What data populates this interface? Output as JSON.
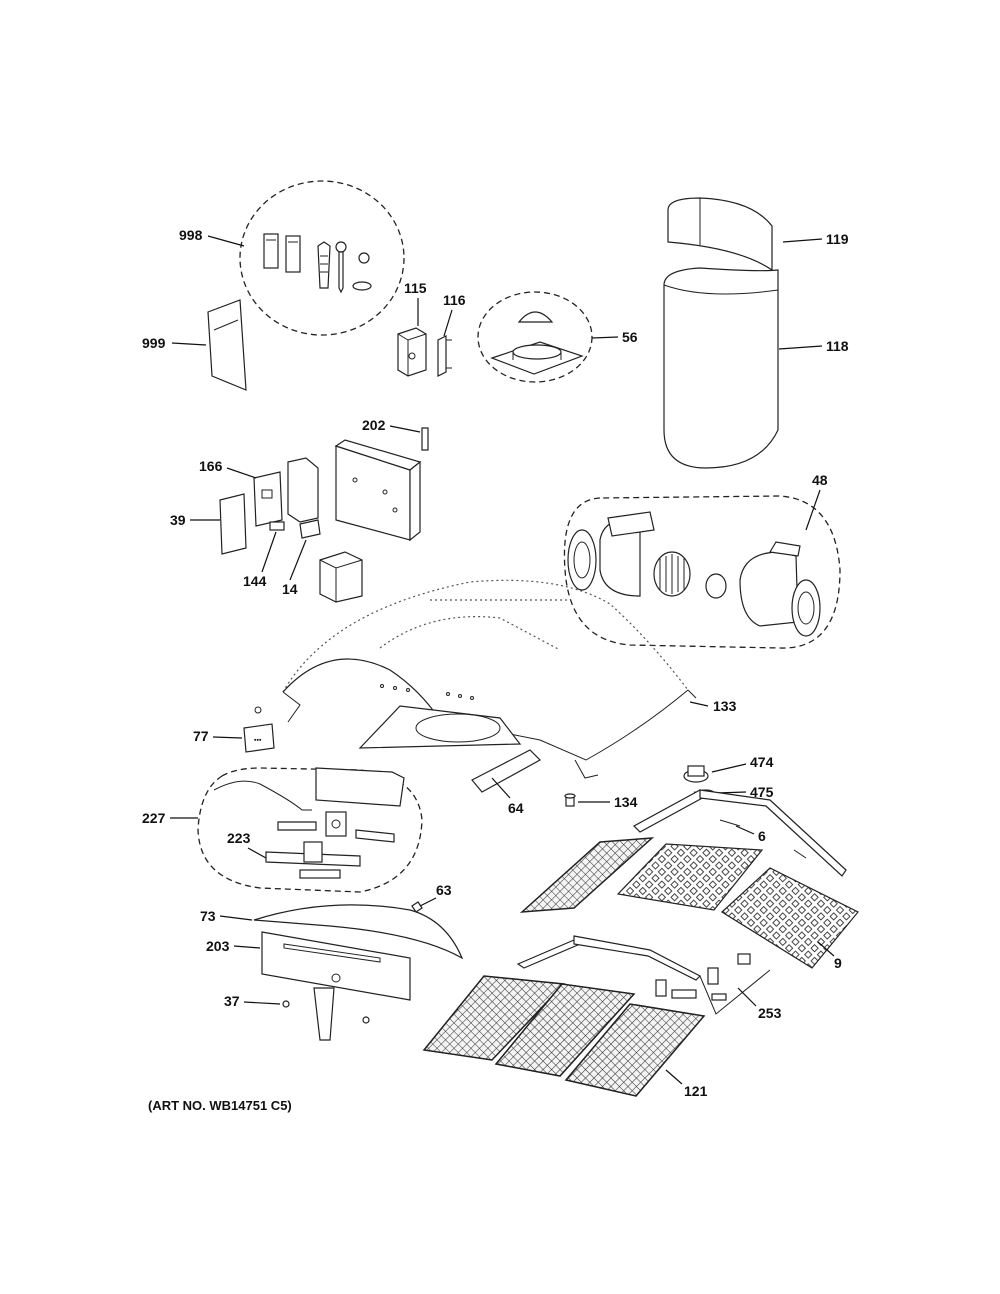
{
  "diagram": {
    "footer_note": "(ART NO. WB14751 C5)",
    "labels": {
      "p998": "998",
      "p999": "999",
      "p115": "115",
      "p116": "116",
      "p56": "56",
      "p119": "119",
      "p118": "118",
      "p202": "202",
      "p166": "166",
      "p39": "39",
      "p144": "144",
      "p14": "14",
      "p48": "48",
      "p133": "133",
      "p77": "77",
      "p64": "64",
      "p474": "474",
      "p475": "475",
      "p134": "134",
      "p227": "227",
      "p6": "6",
      "p223": "223",
      "p63": "63",
      "p73": "73",
      "p203": "203",
      "p9": "9",
      "p37": "37",
      "p253": "253",
      "p121": "121"
    }
  }
}
